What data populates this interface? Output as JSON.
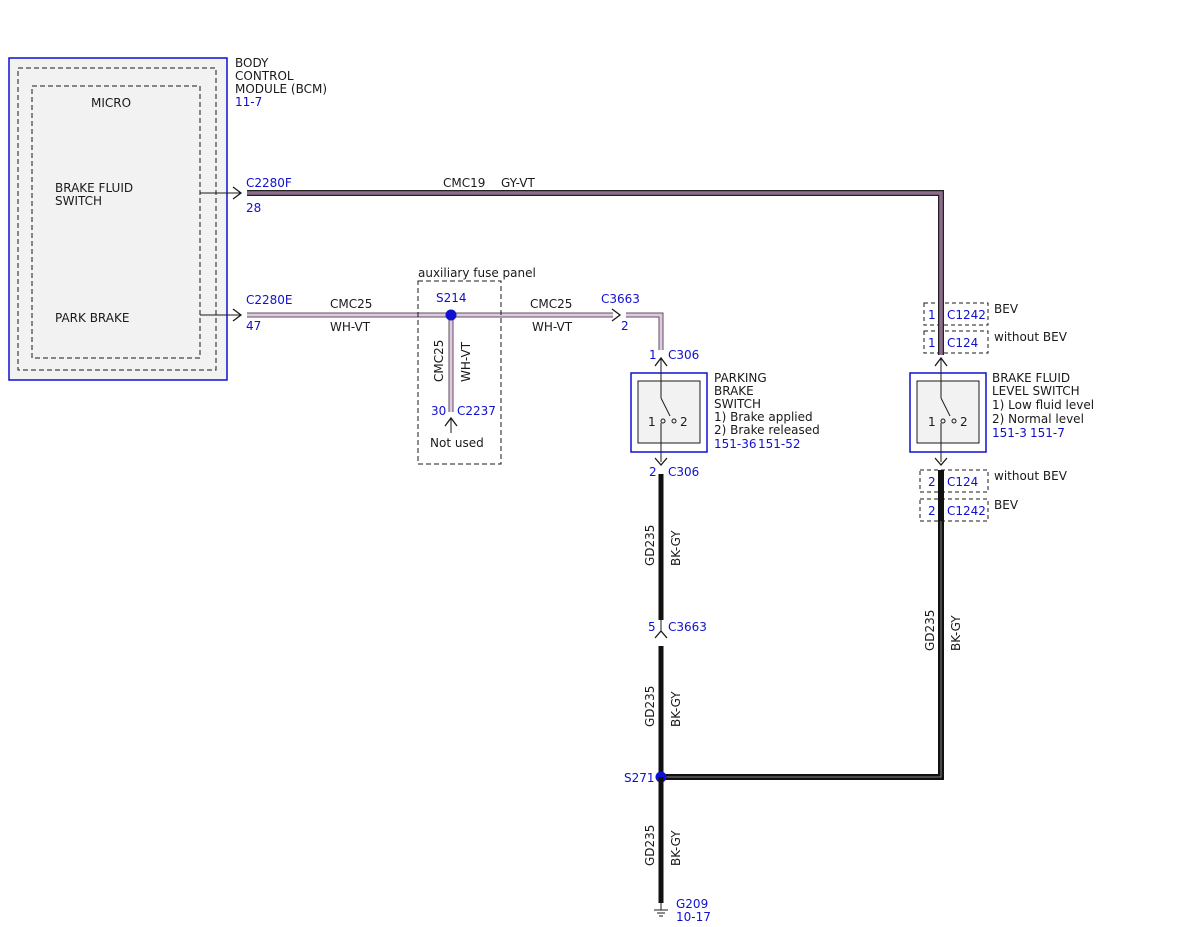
{
  "colors": {
    "blue": "#1010d0",
    "text": "#1a1a1a",
    "gy_vt_wire": "#8c6e8c",
    "wh_vt_wire": "#c8a0c8",
    "bk_gy_wire": "#111111",
    "module_fill": "#f2f2f2"
  },
  "bcm": {
    "title_line1": "BODY",
    "title_line2": "CONTROL",
    "title_line3": "MODULE (BCM)",
    "ref": "11-7",
    "micro_label": "MICRO",
    "brake_fluid_line1": "BRAKE FLUID",
    "brake_fluid_line2": "SWITCH",
    "park_brake": "PARK BRAKE"
  },
  "wire_top": {
    "connector": "C2280F",
    "pin": "28",
    "circuit": "CMC19",
    "color": "GY-VT"
  },
  "wire_park": {
    "connector": "C2280E",
    "pin": "47",
    "circuit_left": "CMC25",
    "color_left": "WH-VT",
    "circuit_right": "CMC25",
    "color_right": "WH-VT"
  },
  "aux_fuse": {
    "title": "auxiliary fuse panel",
    "splice": "S214",
    "vert_circuit": "CMC25",
    "vert_color": "WH-VT",
    "pin": "30",
    "connector": "C2237",
    "not_used": "Not used"
  },
  "parking_brake_switch": {
    "in_connector": "C3663",
    "in_pin": "2",
    "top_pin": "1",
    "top_connector": "C306",
    "title_line1": "PARKING",
    "title_line2": "BRAKE",
    "title_line3": "SWITCH",
    "state1": "1) Brake applied",
    "state2": "2) Brake released",
    "ref1": "151-36",
    "ref2": "151-52",
    "pos1": "1",
    "pos2": "2",
    "bottom_pin": "2",
    "bottom_connector": "C306"
  },
  "ground_left": {
    "seg1_circuit": "GD235",
    "seg1_color": "BK-GY",
    "mid_pin": "5",
    "mid_connector": "C3663",
    "seg2_circuit": "GD235",
    "seg2_color": "BK-GY",
    "splice": "S271",
    "seg3_circuit": "GD235",
    "seg3_color": "BK-GY",
    "ground": "G209",
    "ground_ref": "10-17"
  },
  "brake_fluid_switch": {
    "c1242_pin_top": "1",
    "c1242_top": "C1242",
    "bev_top": "BEV",
    "c124_pin_top": "1",
    "c124_top": "C124",
    "without_bev_top": "without BEV",
    "title_line1": "BRAKE FLUID",
    "title_line2": "LEVEL SWITCH",
    "state1": "1) Low fluid level",
    "state2": "2) Normal level",
    "ref1": "151-3",
    "ref2": "151-7",
    "pos1": "1",
    "pos2": "2",
    "c124_pin_bottom": "2",
    "c124_bottom": "C124",
    "without_bev_bottom": "without BEV",
    "c1242_pin_bottom": "2",
    "c1242_bottom": "C1242",
    "bev_bottom": "BEV",
    "circuit": "GD235",
    "color": "BK-GY"
  }
}
